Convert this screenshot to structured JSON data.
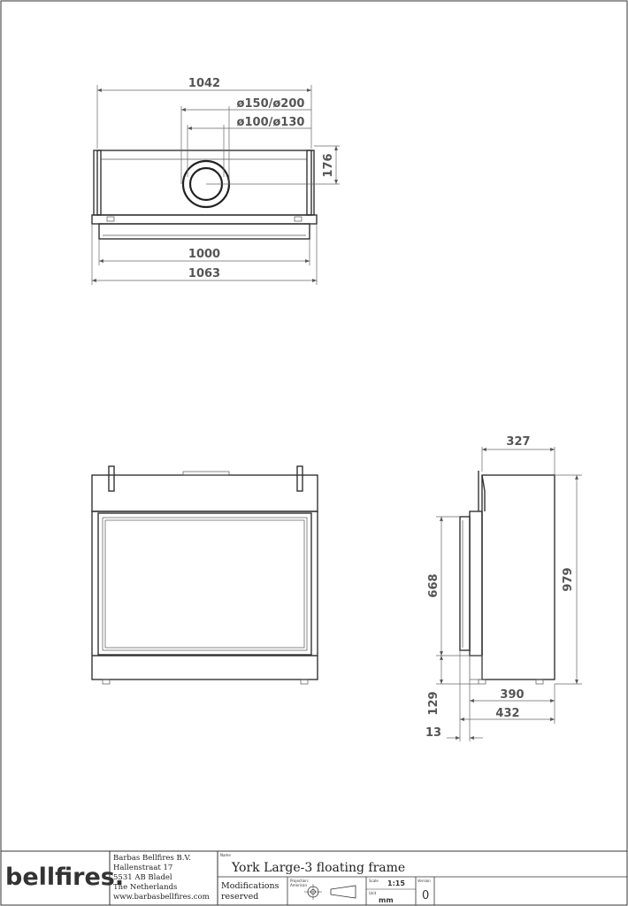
{
  "top_view": {
    "dim_overall_top": "1042",
    "dim_flue_outer": "ø150/ø200",
    "dim_flue_inner": "ø100/ø130",
    "dim_depth": "176",
    "dim_glass": "1000",
    "dim_overall_bottom": "1063"
  },
  "side_view": {
    "dim_top": "327",
    "dim_height_total": "979",
    "dim_glass_height": "668",
    "dim_base_height": "129",
    "dim_inner_depth": "390",
    "dim_outer_depth": "432",
    "dim_frame": "13"
  },
  "title_block": {
    "logo": "bellfires.",
    "company": "Barbas Bellfires B.V.",
    "street": "Hallenstraat 17",
    "city": "5531 AB Bladel",
    "country": "The Netherlands",
    "website": "www.barbasbellfires.com",
    "name_label": "Name",
    "name": "York Large-3 floating frame",
    "modifications_1": "Modifications",
    "modifications_2": "reserved",
    "projection_label": "Projection:",
    "projection_value": "American",
    "scale_label": "Scale",
    "scale": "1:15",
    "unit_label": "Unit",
    "unit": "mm",
    "version_label": "Version",
    "version": "0"
  }
}
